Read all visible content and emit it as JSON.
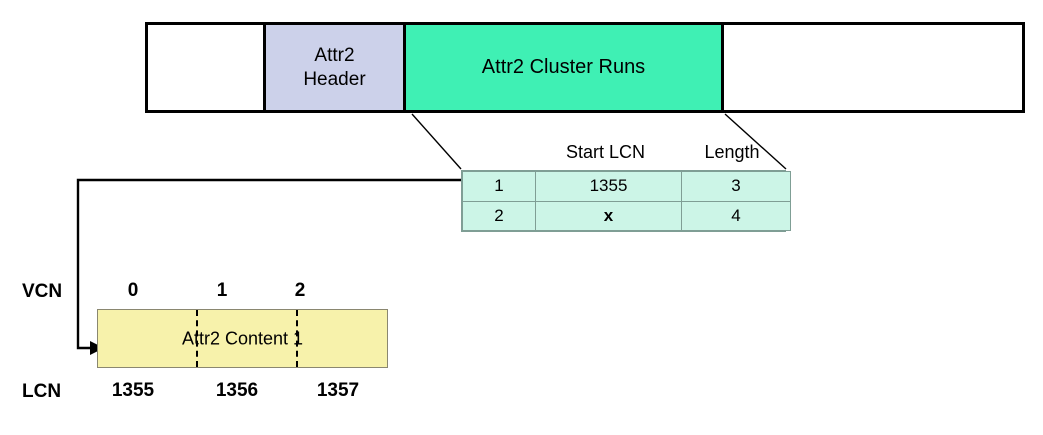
{
  "diagram": {
    "title": "NTFS Attr2 cluster runs mapping",
    "attribute_bar": {
      "cells": [
        {
          "label": "",
          "name": "bar-cell-empty-left",
          "color": "#ffffff"
        },
        {
          "label": "Attr2\nHeader",
          "name": "bar-cell-attr2-header",
          "color": "#ccd1ea"
        },
        {
          "label": "Attr2 Cluster Runs",
          "name": "bar-cell-attr2-runs",
          "color": "#3ff0b4"
        },
        {
          "label": "",
          "name": "bar-cell-empty-right",
          "color": "#ffffff"
        }
      ]
    },
    "runlist": {
      "captions": {
        "start_lcn": "Start LCN",
        "length": "Length"
      },
      "rows": [
        {
          "index": "1",
          "start_lcn": "1355",
          "length": "3",
          "invalid": false
        },
        {
          "index": "2",
          "start_lcn": "x",
          "length": "4",
          "invalid": true
        }
      ],
      "cell_color": "#ccf5e7",
      "invalid_color": "#e00000"
    },
    "cluster_map": {
      "vcn_label": "VCN",
      "lcn_label": "LCN",
      "vcn_values": [
        "0",
        "1",
        "2"
      ],
      "lcn_values": [
        "1355",
        "1356",
        "1357"
      ],
      "content_label": "Attr2 Content 1",
      "content_color": "#f7f2ab"
    }
  }
}
